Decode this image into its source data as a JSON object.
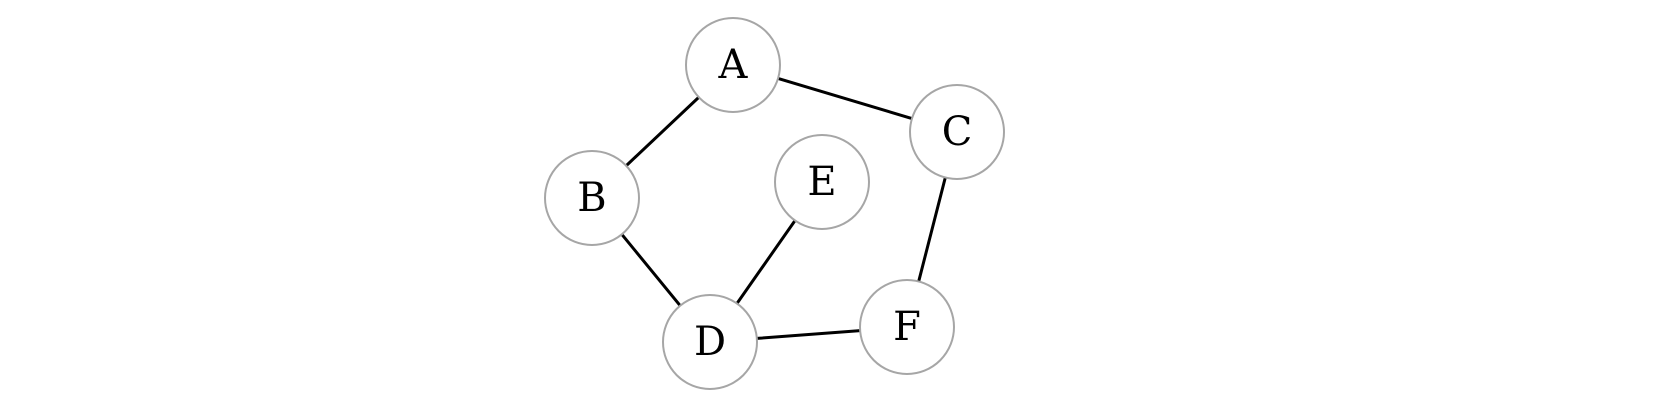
{
  "graph": {
    "nodes": [
      {
        "id": "A",
        "label": "A"
      },
      {
        "id": "B",
        "label": "B"
      },
      {
        "id": "C",
        "label": "C"
      },
      {
        "id": "D",
        "label": "D"
      },
      {
        "id": "E",
        "label": "E"
      },
      {
        "id": "F",
        "label": "F"
      }
    ],
    "edges": [
      {
        "from": "A",
        "to": "B"
      },
      {
        "from": "A",
        "to": "C"
      },
      {
        "from": "B",
        "to": "D"
      },
      {
        "from": "C",
        "to": "F"
      },
      {
        "from": "D",
        "to": "E"
      },
      {
        "from": "D",
        "to": "F"
      }
    ]
  }
}
